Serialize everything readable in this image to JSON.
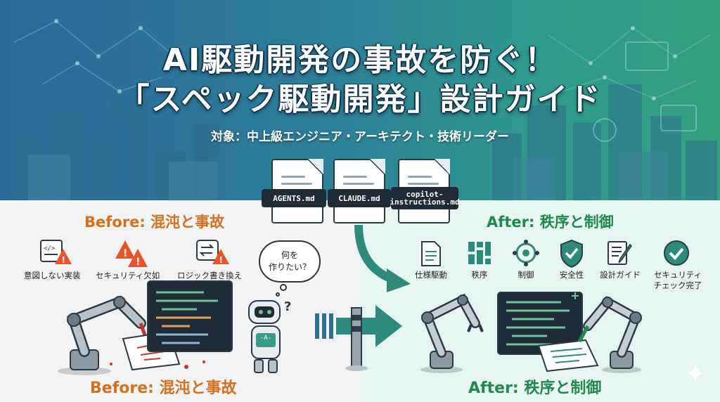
{
  "title": {
    "line1": "AI駆動開発の事故を防ぐ！",
    "line2": "「スペック駆動開発」設計ガイド",
    "subtitle": "対象：中上級エンジニア・アーキテクト・技術リーダー"
  },
  "documents": [
    {
      "label": "AGENTS.md"
    },
    {
      "label": "CLAUDE.md"
    },
    {
      "label": "copilot-\ninstructions.md"
    }
  ],
  "before": {
    "heading": "Before: 混沌と事故",
    "issues": [
      {
        "label": "意図しない実装",
        "icon": "code-warning-icon"
      },
      {
        "label": "セキュリティ欠如",
        "icon": "warning-icon"
      },
      {
        "label": "ロジック書き換え",
        "icon": "swap-warning-icon"
      }
    ],
    "speech_bubble": "何を\n作りたい？",
    "robot_screen": "-A-"
  },
  "after": {
    "heading": "After: 秩序と制御",
    "features": [
      {
        "label": "仕様駆動",
        "icon": "document-icon"
      },
      {
        "label": "秩序",
        "icon": "grid-icon"
      },
      {
        "label": "制御",
        "icon": "target-icon"
      },
      {
        "label": "安全性",
        "icon": "shield-check-icon"
      },
      {
        "label": "設計ガイド",
        "icon": "pencil-note-icon"
      },
      {
        "label": "セキュリティ\nチェック完了",
        "icon": "check-circle-icon"
      }
    ]
  },
  "colors": {
    "before_accent": "#d4701f",
    "after_accent": "#1e8a4e",
    "warning": "#e8552a",
    "teal": "#2e8a7c"
  }
}
